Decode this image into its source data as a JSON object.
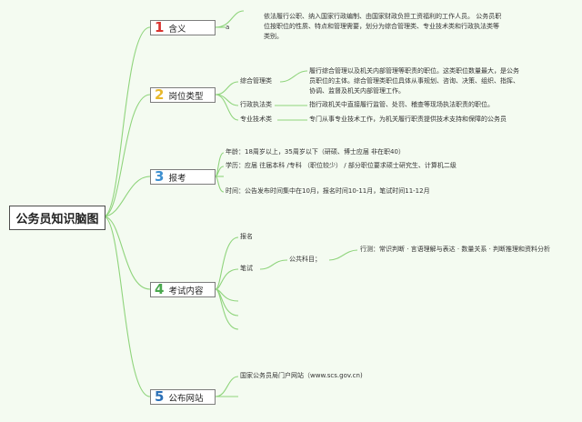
{
  "root": "公务员知识脑图",
  "colors": {
    "line": "#8fd47c",
    "num1": "#d9332f",
    "num2": "#e8b92d",
    "num3": "#3d8fd0",
    "num4": "#4aa84e",
    "num5": "#2a6fb6"
  },
  "topics": [
    {
      "num": "1",
      "label": "含义"
    },
    {
      "num": "2",
      "label": "岗位类型"
    },
    {
      "num": "3",
      "label": "报考"
    },
    {
      "num": "4",
      "label": "考试内容"
    },
    {
      "num": "5",
      "label": "公布网站"
    }
  ],
  "t1": {
    "marker": "a",
    "desc": "依法履行公职、纳入国家行政编制、由国家财政负担工资福利的工作人员。 公务员职位按职位的性质、特点和管理需要，划分为综合管理类、专业技术类和行政执法类等类别。"
  },
  "t2": [
    {
      "label": "综合管理类",
      "desc": "履行综合管理以及机关内部管理等职责的职位。这类职位数量最大，是公务员职位的主体。综合管理类职位具体从事规划、咨询、决策、组织、指挥、协调、监督及机关内部管理工作。"
    },
    {
      "label": "行政执法类",
      "desc": "指行政机关中直接履行监管、处罚、稽查等现场执法职责的职位。"
    },
    {
      "label": "专业技术类",
      "desc": "专门从事专业技术工作，为机关履行职责提供技术支持和保障的公务员"
    }
  ],
  "t3": {
    "age": "年龄：18周岁以上，35周岁以下（研硕、博士应届 非在职40）",
    "edu": "学历：应届 往届本科 /专科 （职位较少） / 部分职位要求硕士研究生、计算机二级",
    "time": "时间：公告发布时间集中在10月，报名时间10-11月，笔试时间11-12月"
  },
  "t4": {
    "signup": "报名",
    "written": "笔试",
    "public": "公共科目；",
    "exam": "行测：常识判断 · 言语理解与表达 · 数量关系 · 判断推理和资料分析"
  },
  "t5": {
    "site": "国家公务员局门户网站（www.scs.gov.cn)"
  }
}
